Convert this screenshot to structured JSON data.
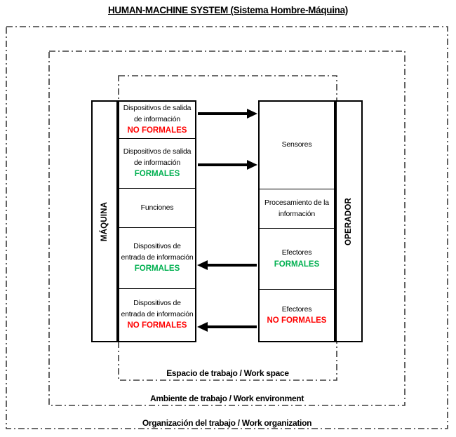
{
  "title": "HUMAN-MACHINE SYSTEM (Sistema Hombre-Máquina)",
  "colors": {
    "no_formal_red": "#ff0000",
    "formal_green": "#00b050",
    "line_black": "#000000",
    "dash_gray": "#3c3c3c"
  },
  "machine_column": {
    "bar_label": "MÁQUINA",
    "boxes": [
      {
        "line1": "Dispositivos de salida",
        "line2": "de información",
        "tag": "NO FORMALES",
        "tag_color": "red"
      },
      {
        "line1": "Dispositivos de salida",
        "line2": "de información",
        "tag": "FORMALES",
        "tag_color": "green"
      },
      {
        "line1": "Funciones"
      },
      {
        "line1": "Dispositivos de",
        "line2": "entrada de información",
        "tag": "FORMALES",
        "tag_color": "green"
      },
      {
        "line1": "Dispositivos de",
        "line2": "entrada de información",
        "tag": "NO FORMALES",
        "tag_color": "red"
      }
    ]
  },
  "operator_column": {
    "bar_label": "OPERADOR",
    "boxes": [
      {
        "line1": "Sensores"
      },
      {
        "line1": "Procesamiento de la",
        "line2": "información"
      },
      {
        "line1": "Efectores",
        "tag": "FORMALES",
        "tag_color": "green"
      },
      {
        "line1": "Efectores",
        "tag": "NO FORMALES",
        "tag_color": "red"
      }
    ]
  },
  "frames": {
    "workspace": "Espacio de trabajo / Work space",
    "environment": "Ambiente de trabajo / Work environment",
    "organization": "Organización del trabajo / Work organization"
  }
}
